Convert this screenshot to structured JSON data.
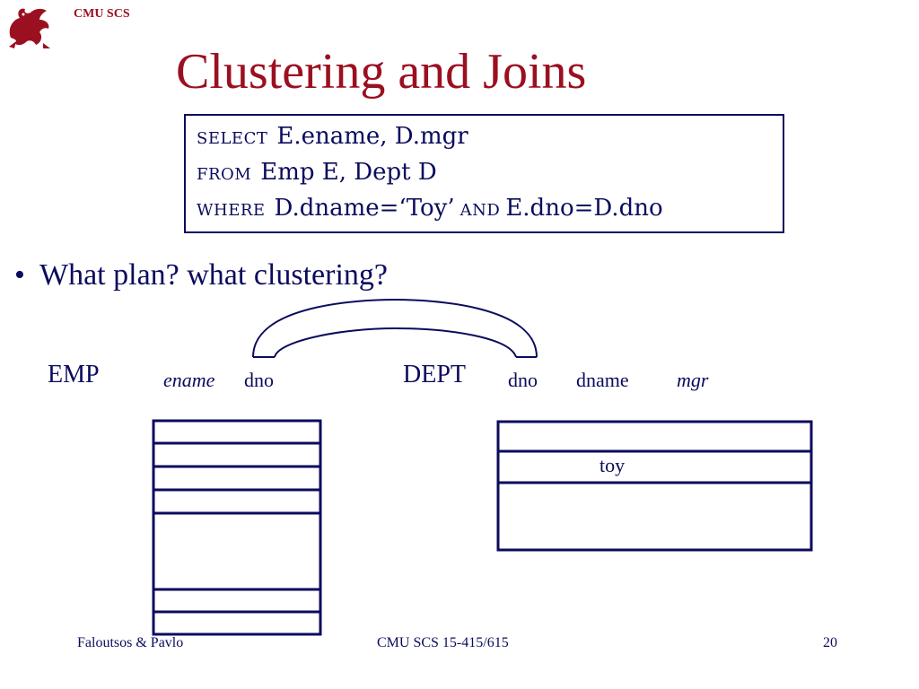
{
  "header": {
    "org": "CMU SCS"
  },
  "slide": {
    "title": "Clustering and Joins",
    "sql": {
      "select_kw": "SELECT",
      "select_expr": "E.ename, D.mgr",
      "from_kw": "FROM",
      "from_expr": "Emp E, Dept D",
      "where_kw": "WHERE",
      "where_expr1": "D.dname=‘Toy’",
      "and_kw": "AND",
      "where_expr2": "E.dno=D.dno"
    },
    "bullet": "What plan? what clustering?",
    "emp": {
      "name": "EMP",
      "col1": "ename",
      "col2": "dno"
    },
    "dept": {
      "name": "DEPT",
      "col1": "dno",
      "col2": "dname",
      "col3": "mgr",
      "row_value": "toy"
    }
  },
  "footer": {
    "left": "Faloutsos & Pavlo",
    "center": "CMU SCS 15-415/615",
    "page": "20"
  },
  "colors": {
    "title": "#9b1020",
    "text": "#0b0b5e"
  }
}
